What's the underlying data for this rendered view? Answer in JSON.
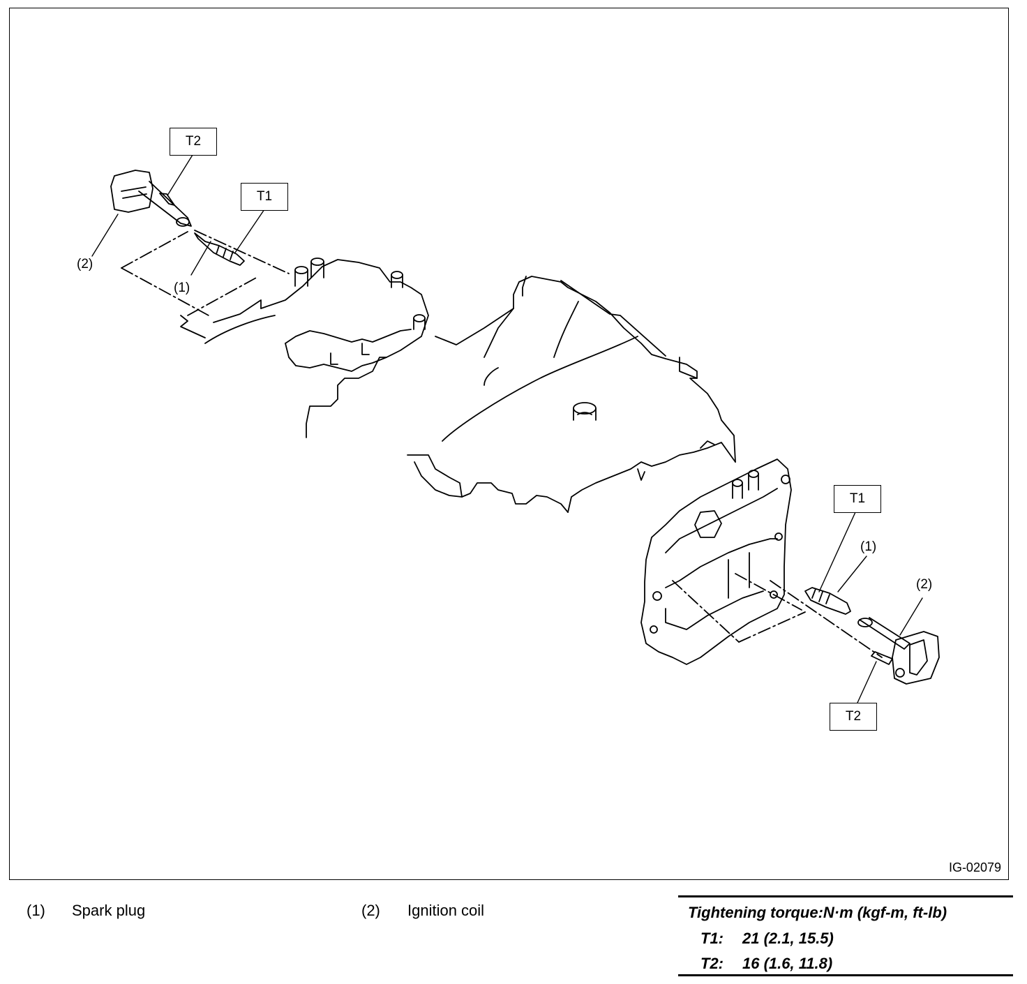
{
  "figure": {
    "id": "IG-02079",
    "callouts": {
      "left_t2": "T2",
      "left_t1": "T1",
      "left_2": "(2)",
      "left_1": "(1)",
      "right_t1": "T1",
      "right_1": "(1)",
      "right_2": "(2)",
      "right_t2": "T2"
    }
  },
  "legend": [
    {
      "num": "(1)",
      "label": "Spark plug"
    },
    {
      "num": "(2)",
      "label": "Ignition coil"
    }
  ],
  "torque": {
    "header": "Tightening torque:N·m (kgf-m, ft-lb)",
    "rows": [
      {
        "key": "T1:",
        "value": "21 (2.1, 15.5)"
      },
      {
        "key": "T2:",
        "value": "16 (1.6, 11.8)"
      }
    ]
  }
}
